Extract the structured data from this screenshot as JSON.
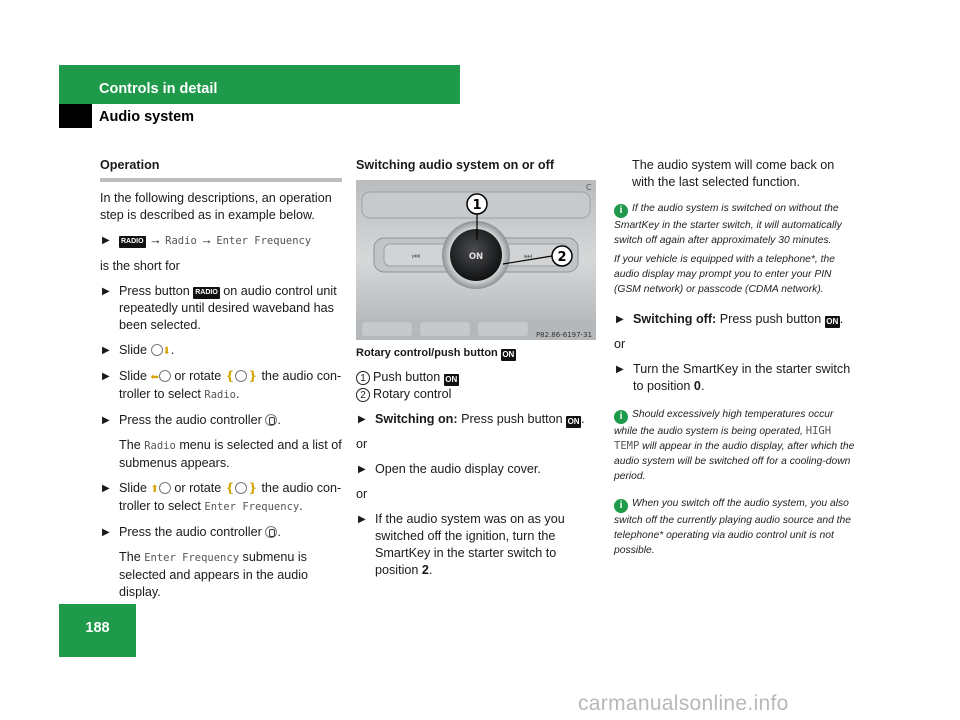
{
  "header": {
    "section_title": "Controls in detail",
    "sub_title": "Audio system"
  },
  "page_number": "188",
  "col1": {
    "heading": "Operation",
    "intro": "In the following descriptions, an operation step is described as in example below.",
    "example": {
      "key_label": "RADIO",
      "arrow": "→",
      "item1": "Radio",
      "item2": "Enter Frequency"
    },
    "short_for": "is the short for",
    "step1": {
      "pre": "Press button",
      "post": "on audio control unit repeatedly until desired waveband has been selected."
    },
    "step2": {
      "pre": "Slide"
    },
    "step3": {
      "pre": "Slide",
      "mid": "or rotate",
      "post": "the audio con- troller to select",
      "item": "Radio"
    },
    "step4": {
      "text": "Press the audio controller"
    },
    "note1": {
      "pre": "The",
      "item": "Radio",
      "post": "menu is selected and a list of submenus appears."
    },
    "step5": {
      "pre": "Slide",
      "mid": "or rotate",
      "post": "the audio con- troller to select",
      "item": "Enter Frequency"
    },
    "step6": {
      "text": "Press the audio controller"
    },
    "note2": {
      "pre": "The",
      "item": "Enter Frequency",
      "post": "submenu is selected and appears in the audio display."
    }
  },
  "col2": {
    "heading": "Switching audio system on or off",
    "photo": {
      "on_label": "ON",
      "callout1": "1",
      "callout2": "2",
      "ref": "P82.86-6197-31",
      "corner": "C"
    },
    "caption": "Rotary control/push button",
    "on_key": "ON",
    "legend1": {
      "num": "1",
      "text": "Push button"
    },
    "legend2": {
      "num": "2",
      "text": "Rotary control"
    },
    "sw_on": {
      "label": "Switching on:",
      "text": "Press push button"
    },
    "or1": "or",
    "open_cover": "Open the audio display cover.",
    "or2": "or",
    "ignition": {
      "text": "If the audio system was on as you switched off the ignition, turn the SmartKey in the starter switch to position",
      "pos": "2"
    }
  },
  "col3": {
    "cont": "The audio system will come back on with the last selected function.",
    "info1a": "If the audio system is switched on without the SmartKey in the starter switch, it will automatically switch off again after approximately 30 minutes.",
    "info1b": "If your vehicle is equipped with a telephone*, the audio display may prompt you to enter your PIN (GSM network) or passcode (CDMA network).",
    "sw_off": {
      "label": "Switching off:",
      "text": "Press push button"
    },
    "or": "or",
    "turn_key": {
      "text": "Turn the SmartKey in the starter switch to position",
      "pos": "0"
    },
    "info2": {
      "pre": "Should excessively high temperatures occur while the audio system is being operated,",
      "item": "HIGH TEMP",
      "post": "will appear in the audio display, after which the audio system will be switched off for a cooling-down period."
    },
    "info3": "When you switch off the audio system, you also switch off the currently playing audio source and the telephone* operating via audio control unit is not possible."
  },
  "watermark": "carmanualsonline.info",
  "colors": {
    "accent_green": "#1e9a4a",
    "info_icon": "#1e9a4a",
    "arrow_yellow": "#d4a400"
  }
}
